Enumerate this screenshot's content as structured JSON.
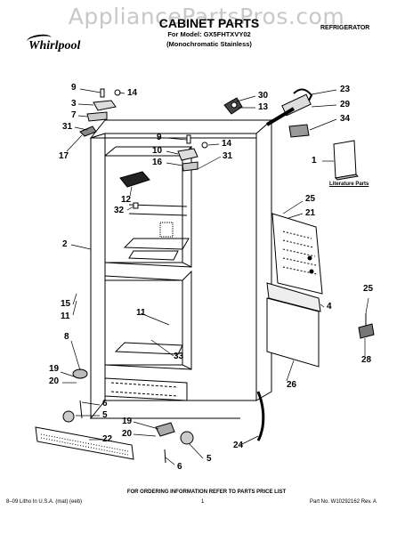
{
  "watermark": "AppliancePartsPros.com",
  "header": {
    "title": "CABINET PARTS",
    "model_line": "For Model: GX5FHTXVY02",
    "variant": "(Monochromatic Stainless)",
    "category": "REFRIGERATOR",
    "brand_logo": "Whirlpool"
  },
  "literature_label": "Literature Parts",
  "callouts": [
    {
      "id": "c9a",
      "text": "9"
    },
    {
      "id": "c14a",
      "text": "14"
    },
    {
      "id": "c3",
      "text": "3"
    },
    {
      "id": "c7",
      "text": "7"
    },
    {
      "id": "c31a",
      "text": "31"
    },
    {
      "id": "c17",
      "text": "17"
    },
    {
      "id": "c30",
      "text": "30"
    },
    {
      "id": "c13",
      "text": "13"
    },
    {
      "id": "c23",
      "text": "23"
    },
    {
      "id": "c29",
      "text": "29"
    },
    {
      "id": "c34",
      "text": "34"
    },
    {
      "id": "c9b",
      "text": "9"
    },
    {
      "id": "c14b",
      "text": "14"
    },
    {
      "id": "c10",
      "text": "10"
    },
    {
      "id": "c16",
      "text": "16"
    },
    {
      "id": "c31b",
      "text": "31"
    },
    {
      "id": "c1",
      "text": "1"
    },
    {
      "id": "c12",
      "text": "12"
    },
    {
      "id": "c32",
      "text": "32"
    },
    {
      "id": "c25a",
      "text": "25"
    },
    {
      "id": "c21",
      "text": "21"
    },
    {
      "id": "c2",
      "text": "2"
    },
    {
      "id": "c15",
      "text": "15"
    },
    {
      "id": "c11a",
      "text": "11"
    },
    {
      "id": "c4",
      "text": "4"
    },
    {
      "id": "c25b",
      "text": "25"
    },
    {
      "id": "c11b",
      "text": "11"
    },
    {
      "id": "c8",
      "text": "8"
    },
    {
      "id": "c33",
      "text": "33"
    },
    {
      "id": "c28",
      "text": "28"
    },
    {
      "id": "c19a",
      "text": "19"
    },
    {
      "id": "c20a",
      "text": "20"
    },
    {
      "id": "c26",
      "text": "26"
    },
    {
      "id": "c6a",
      "text": "6"
    },
    {
      "id": "c5a",
      "text": "5"
    },
    {
      "id": "c19b",
      "text": "19"
    },
    {
      "id": "c22",
      "text": "22"
    },
    {
      "id": "c20b",
      "text": "20"
    },
    {
      "id": "c5b",
      "text": "5"
    },
    {
      "id": "c24",
      "text": "24"
    },
    {
      "id": "c6b",
      "text": "6"
    }
  ],
  "footer": {
    "ordering_note": "FOR ORDERING INFORMATION REFER TO PARTS PRICE LIST",
    "litho": "8–09 Litho In U.S.A. (mat) (eeb)",
    "page": "1",
    "part_number": "Part No. W10292162 Rev. A"
  }
}
